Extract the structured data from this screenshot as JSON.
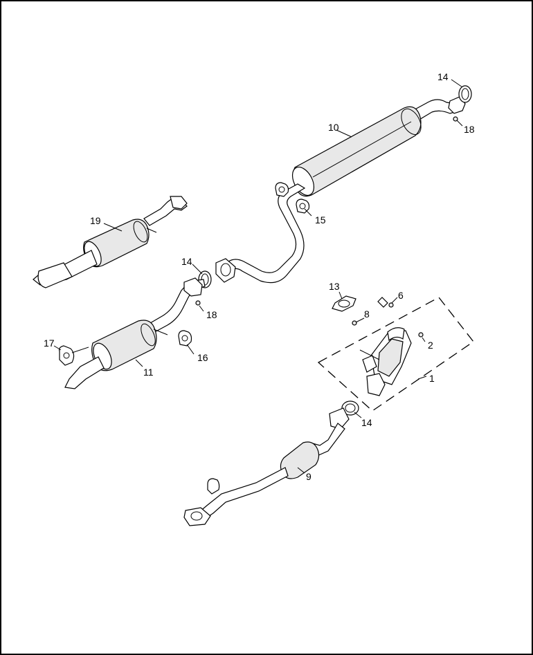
{
  "diagram": {
    "callouts": {
      "c1": "1",
      "c2": "2",
      "c6": "6",
      "c8": "8",
      "c9": "9",
      "c10": "10",
      "c11": "11",
      "c13": "13",
      "c14a": "14",
      "c14b": "14",
      "c14c": "14",
      "c15": "15",
      "c16": "16",
      "c17": "17",
      "c18a": "18",
      "c18b": "18",
      "c19": "19"
    }
  }
}
